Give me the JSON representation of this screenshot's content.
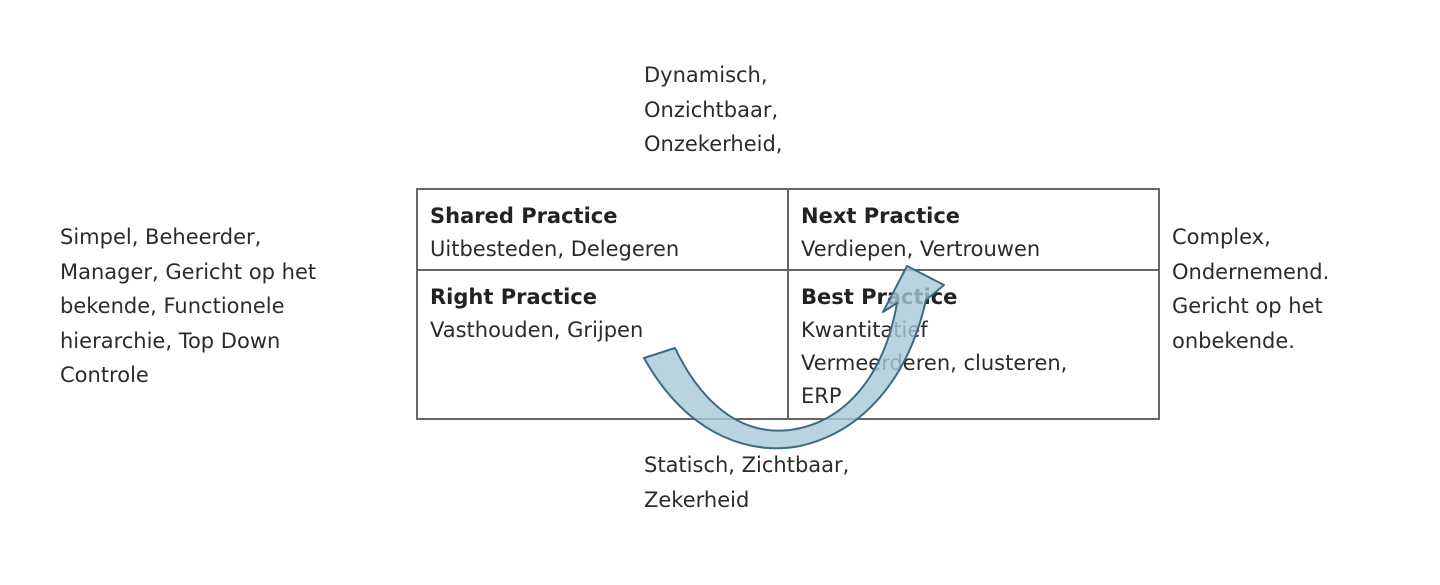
{
  "top_label": [
    "Dynamisch,",
    "Onzichtbaar,",
    "Onzekerheid,"
  ],
  "bottom_label": [
    "Statisch, Zichtbaar,",
    "Zekerheid"
  ],
  "left_label": [
    "Simpel, Beheerder,",
    "Manager, Gericht op het",
    "bekende, Functionele",
    "hierarchie, Top Down",
    "Controle"
  ],
  "right_label": [
    "Complex,",
    "Ondernemend.",
    "Gericht op het",
    "onbekende."
  ],
  "quadrants": {
    "shared": {
      "title": "Shared Practice",
      "lines": [
        "Uitbesteden, Delegeren"
      ]
    },
    "next": {
      "title": "Next Practice",
      "lines": [
        "Verdiepen, Vertrouwen"
      ]
    },
    "right": {
      "title": "Right Practice",
      "lines": [
        "Vasthouden, Grijpen"
      ]
    },
    "best": {
      "title": "Best Practice",
      "lines": [
        "Kwantitatief",
        "Vermeerderen, clusteren,",
        "ERP"
      ]
    }
  },
  "colors": {
    "arrow_fill": "#a9c8d8",
    "arrow_stroke": "#3d6a80",
    "border": "#666666"
  }
}
